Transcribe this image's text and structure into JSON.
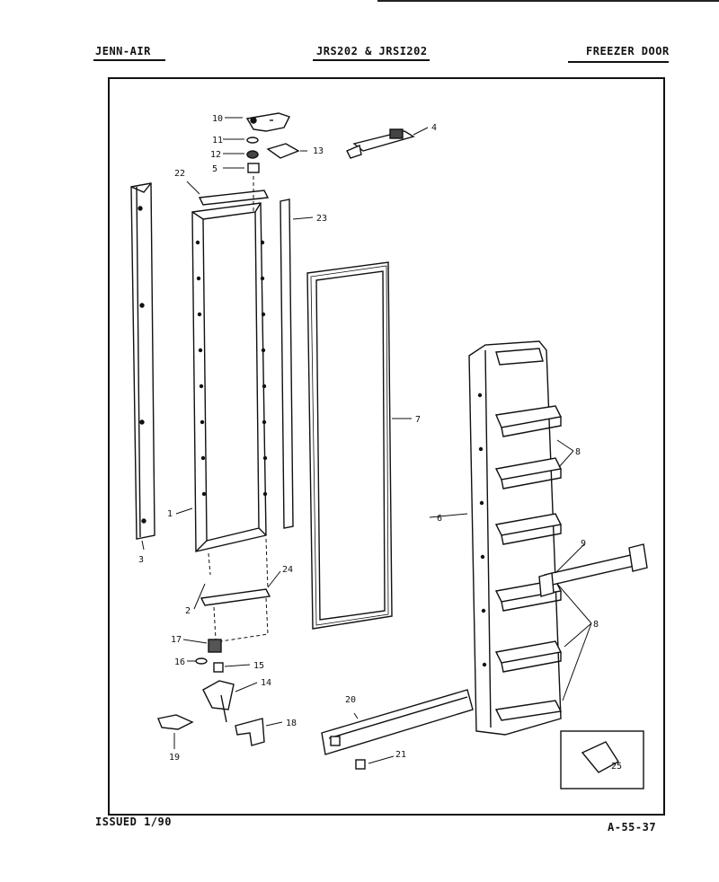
{
  "header": {
    "brand": "JENN-AIR",
    "models": "JRS202 & JRSI202",
    "section": "FREEZER DOOR"
  },
  "footer": {
    "issued": "ISSUED 1/90",
    "page_code": "A-55-37"
  },
  "callouts": [
    "10",
    "11",
    "12",
    "5",
    "13",
    "4",
    "22",
    "23",
    "3",
    "1",
    "7",
    "6",
    "8",
    "9",
    "2",
    "24",
    "17",
    "16",
    "15",
    "14",
    "18",
    "19",
    "20",
    "21",
    "25"
  ]
}
